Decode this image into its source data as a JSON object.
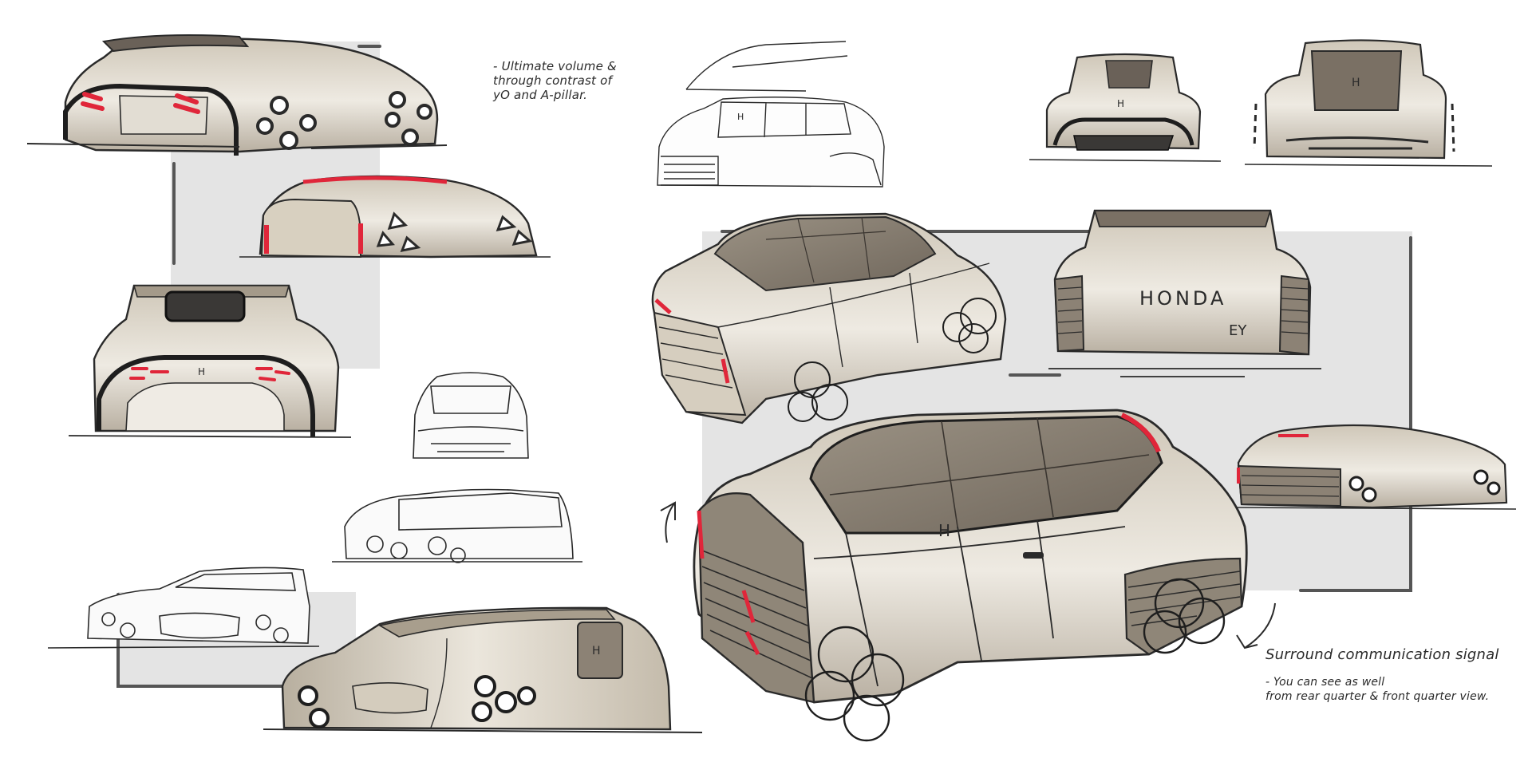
{
  "annotations": {
    "volume_note": "- Ultimate volume &\n  through contrast of\n  yO and A-pillar.",
    "signal_title": "Surround communication signal",
    "signal_note": "- You can see as well\n  from rear quarter & front quarter view."
  },
  "markings": {
    "rear_badge": "HONDA",
    "rear_model": "EY",
    "h_logo": "H"
  },
  "colors": {
    "ink": "#2a2a2a",
    "marker_gray": "#e4e4e4",
    "body_warm": "#d9d2c4",
    "body_dark": "#8c8275",
    "roof_dark": "#7a7064",
    "signal_red": "#e0263a",
    "glass_dark": "#3a3836"
  },
  "icons": [
    "car-sketch-rear-view",
    "car-sketch-three-quarter-view",
    "car-sketch-side-view",
    "car-sketch-front-view"
  ]
}
